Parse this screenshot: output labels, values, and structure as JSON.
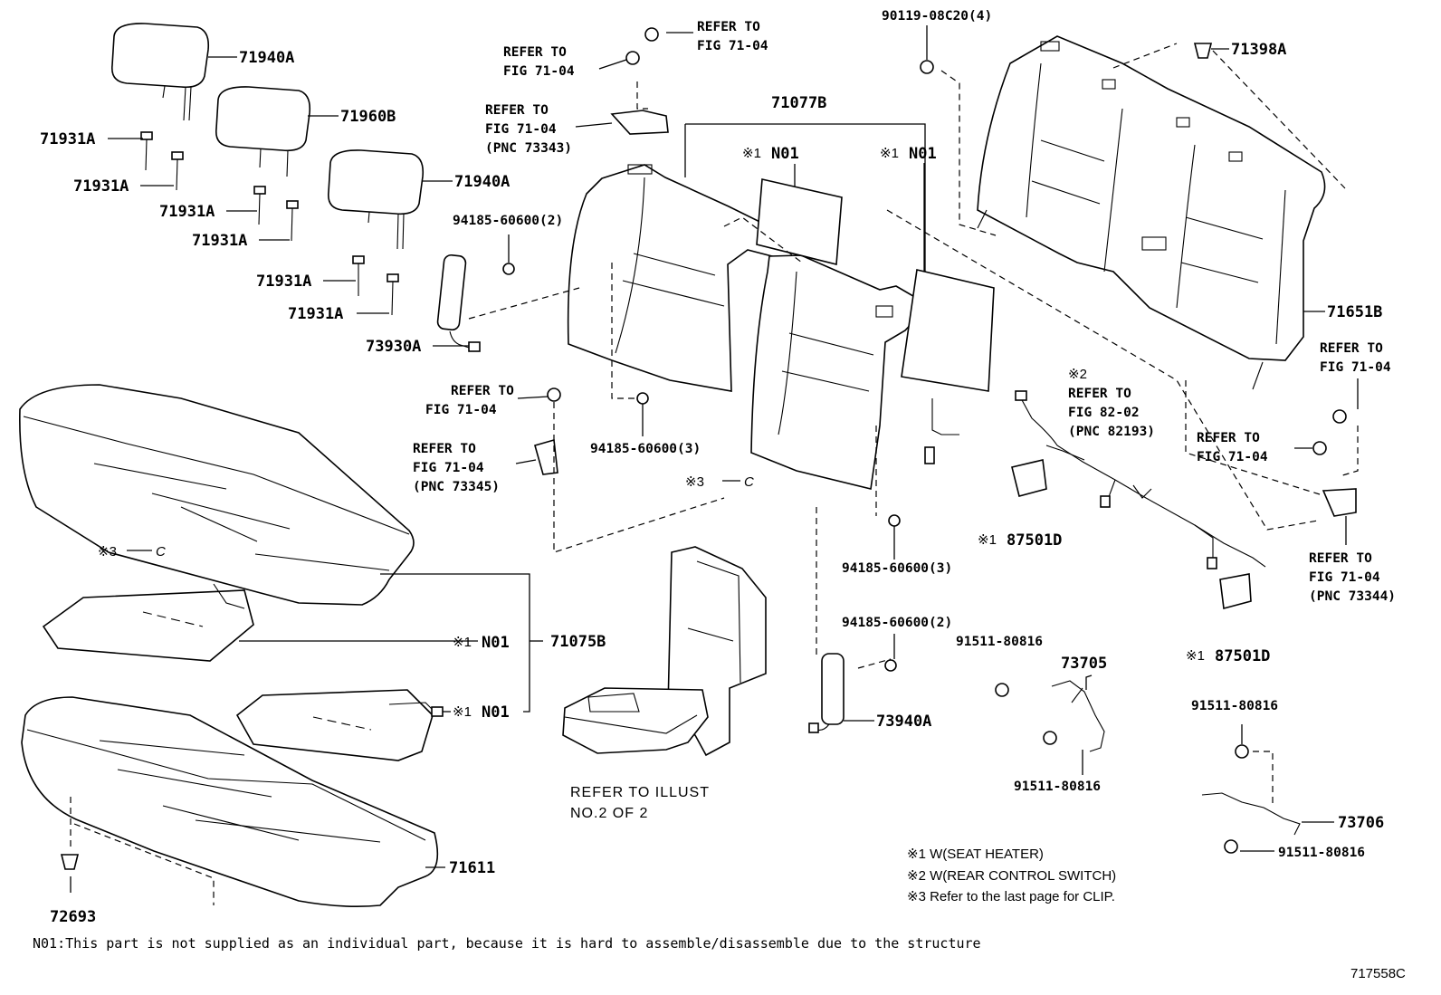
{
  "diagram": {
    "part_labels": {
      "p71940A_top": "71940A",
      "p71960B": "71960B",
      "p71940A_mid": "71940A",
      "p71931A_1": "71931A",
      "p71931A_2": "71931A",
      "p71931A_3": "71931A",
      "p71931A_4": "71931A",
      "p71931A_5": "71931A",
      "p71931A_6": "71931A",
      "p73930A": "73930A",
      "p71077B": "71077B",
      "p71398A": "71398A",
      "p71651B": "71651B",
      "p71075B": "71075B",
      "p71611": "71611",
      "p72693": "72693",
      "p73940A": "73940A",
      "p73705": "73705",
      "p73706": "73706",
      "p87501D_1": "87501D",
      "p87501D_2": "87501D",
      "n01_a": "N01",
      "n01_b": "N01",
      "n01_c": "N01",
      "n01_d": "N01"
    },
    "ref_marks": {
      "m1": "※1",
      "m2": "※2",
      "m3": "※3",
      "clip": "C"
    },
    "fastener_labels": {
      "f9011908C20": "90119-08C20(4)",
      "f9418560600_2a": "94185-60600(2)",
      "f9418560600_3a": "94185-60600(3)",
      "f9418560600_3b": "94185-60600(3)",
      "f9418560600_2b": "94185-60600(2)",
      "f9151180816_a": "91511-80816",
      "f9151180816_b": "91511-80816",
      "f9151180816_c": "91511-80816",
      "f9151180816_d": "91511-80816"
    },
    "references": {
      "refer_to": "REFER TO",
      "fig_7104": "FIG 71-04",
      "fig_8202": "FIG 82-02",
      "pnc_73343": "(PNC 73343)",
      "pnc_73345": "(PNC 73345)",
      "pnc_73344": "(PNC 73344)",
      "pnc_82193": "(PNC 82193)",
      "illust_line1": "REFER TO ILLUST",
      "illust_line2": "NO.2 OF 2"
    },
    "legend": {
      "line1": "※1 W(SEAT HEATER)",
      "line2": "※2 W(REAR CONTROL SWITCH)",
      "line3": "※3 Refer to the last page for CLIP."
    },
    "footnote": "N01:This part is not supplied as an individual part, because it is hard to assemble/disassemble due to the structure",
    "figure_id": "717558C"
  }
}
